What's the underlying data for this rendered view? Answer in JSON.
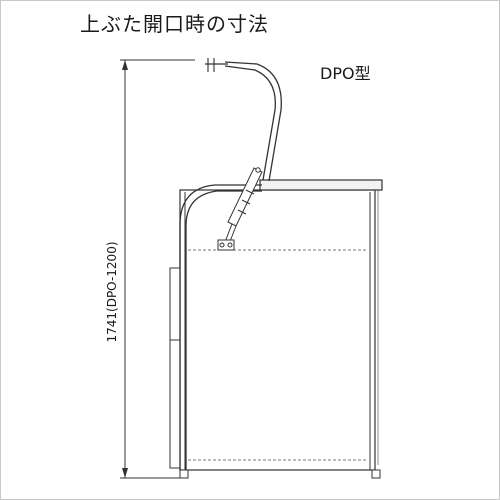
{
  "title": "上ぶた開口時の寸法",
  "model_label": "DPO型",
  "height_dimension": "1741(DPO-1200)",
  "colors": {
    "line": "#333333",
    "light_line": "#888888",
    "fill_light": "#f2f2f2",
    "frame": "#c8c8c8"
  }
}
